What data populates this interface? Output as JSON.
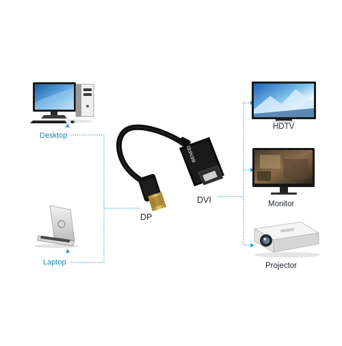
{
  "sources": [
    {
      "label": "Desktop",
      "icon": "desktop-computer-icon"
    },
    {
      "label": "Laptop",
      "icon": "laptop-icon"
    }
  ],
  "adapter": {
    "input_port": "DP",
    "output_port": "DVI",
    "brand": "BENFEI"
  },
  "displays": [
    {
      "label": "HDTV",
      "icon": "hdtv-icon"
    },
    {
      "label": "Monitor",
      "icon": "monitor-icon"
    },
    {
      "label": "Projector",
      "icon": "projector-icon"
    }
  ],
  "colors": {
    "connector_line": "#2d9ed3",
    "source_label": "#1d85b0",
    "display_label": "#1f2430",
    "cable": "#0d0d0d",
    "dp_gold": "#d6b048"
  }
}
